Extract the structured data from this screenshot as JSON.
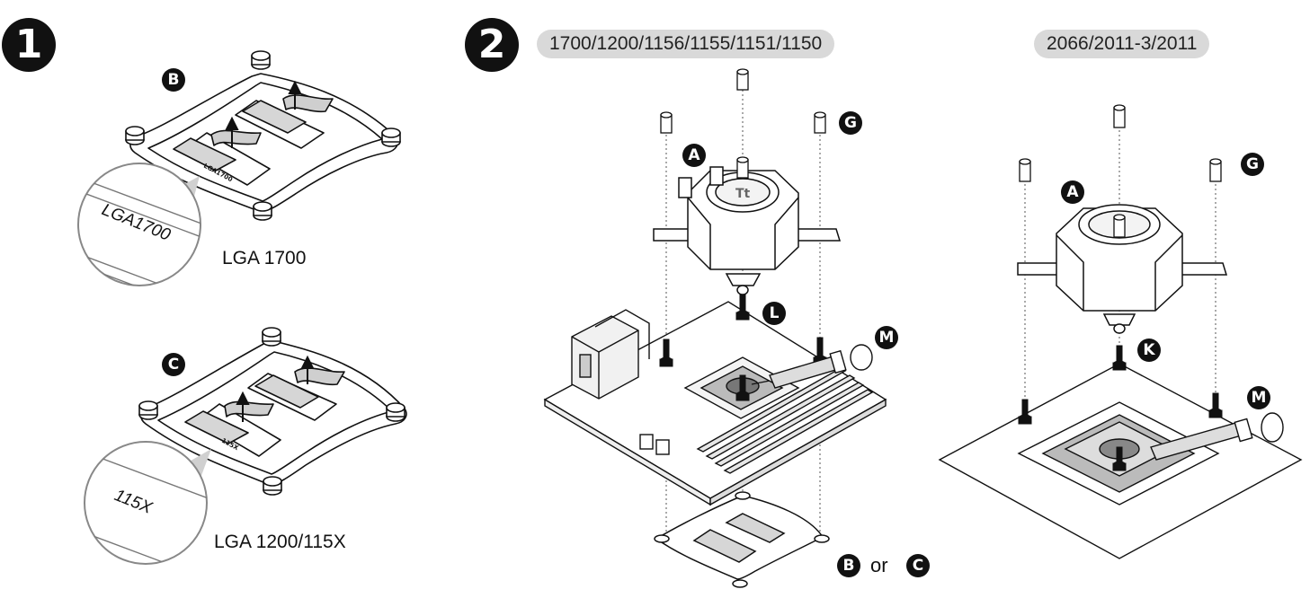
{
  "steps": {
    "step1": "1",
    "step2": "2"
  },
  "socket_labels": {
    "intel": "1700/1200/1156/1155/1151/1150",
    "hedt": "2066/2011-3/2011"
  },
  "captions": {
    "lga1700": "LGA 1700",
    "lga1200": "LGA 1200/115X"
  },
  "plate_markings": {
    "lga1700_zoom": "LGA1700",
    "lga1700_small": "LGA1700",
    "x115_zoom": "115X",
    "x115_small": "115X"
  },
  "parts": {
    "a": "A",
    "b": "B",
    "c": "C",
    "g": "G",
    "k": "K",
    "l": "L",
    "m": "M"
  },
  "or_text": "or"
}
